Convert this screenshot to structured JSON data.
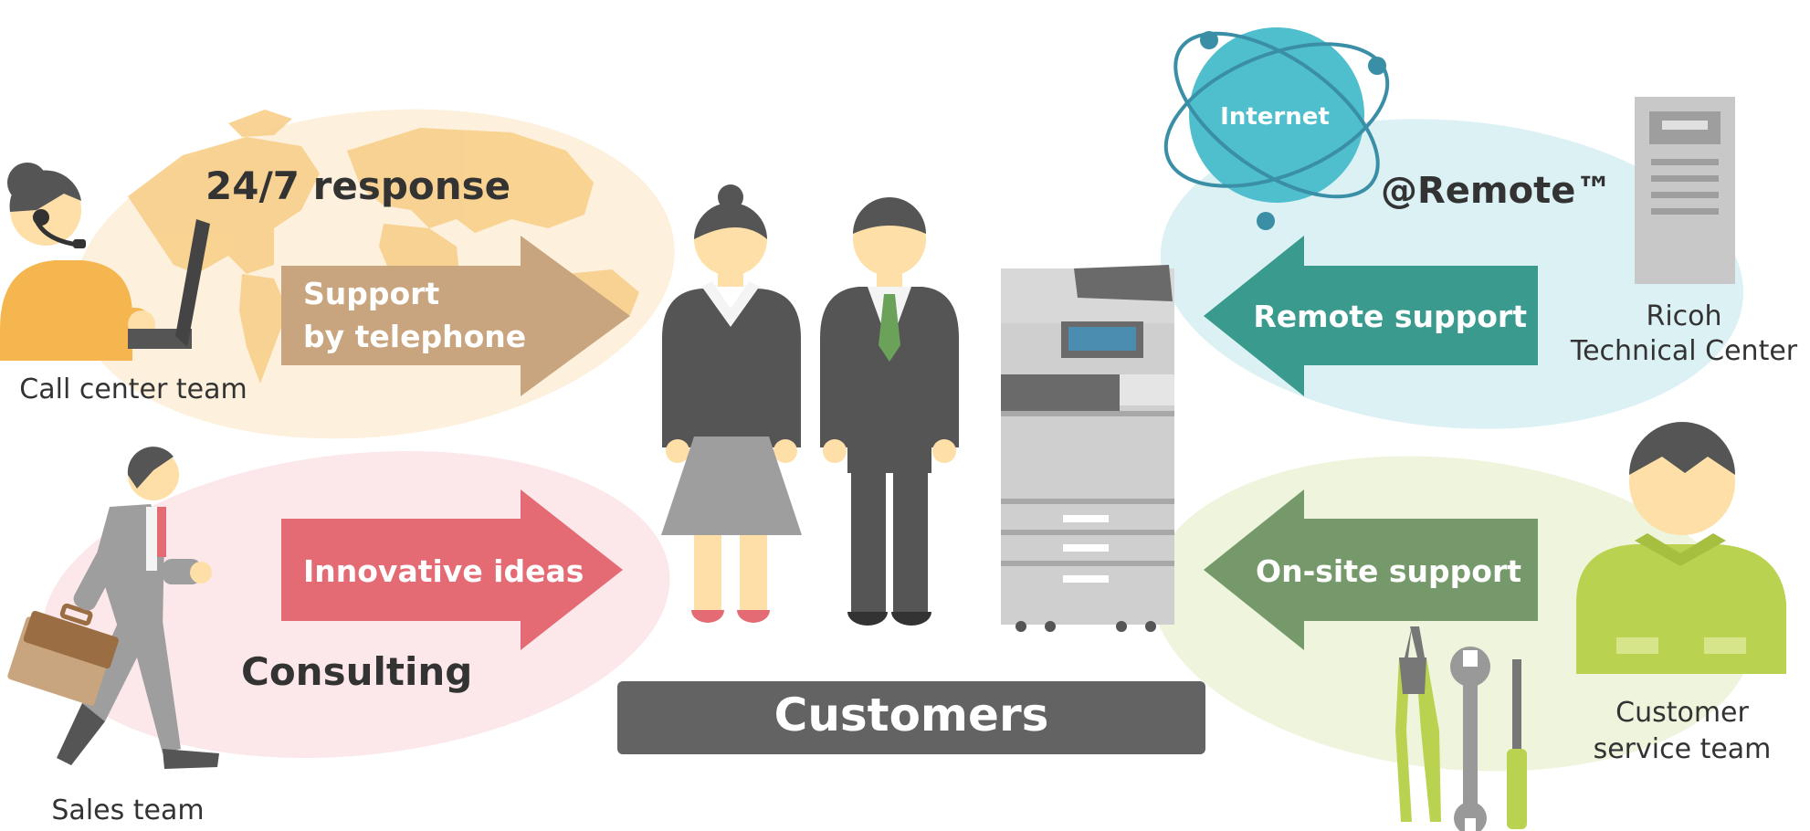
{
  "labels": {
    "response": "24/7 response",
    "telephone_line1": "Support",
    "telephone_line2": "by telephone",
    "call_center": "Call center team",
    "innovative": "Innovative ideas",
    "consulting": "Consulting",
    "sales": "Sales team",
    "customers": "Customers",
    "internet": "Internet",
    "remote_brand": "@Remote™",
    "remote_support": "Remote support",
    "ricoh_line1": "Ricoh",
    "ricoh_line2": "Technical Center",
    "onsite": "On-site support",
    "cs_line1": "Customer",
    "cs_line2": "service team"
  },
  "colors": {
    "telephone_blob": "#fdf0dc",
    "telephone_arrow": "#c8a57e",
    "consulting_blob": "#fce8ea",
    "consulting_arrow": "#e46a74",
    "remote_blob": "#dcf1f4",
    "remote_arrow": "#3a9a8e",
    "onsite_blob": "#eef5dc",
    "onsite_arrow": "#75996a",
    "customers_bar": "#636363",
    "internet_globe": "#4fbfcd",
    "cs_uniform": "#b9d351"
  },
  "icons": [
    "world-map-icon",
    "headset-operator-icon",
    "businesswoman-icon",
    "businessman-icon",
    "copier-icon",
    "globe-orbit-icon",
    "server-tower-icon",
    "technician-icon",
    "tools-icon",
    "salesman-icon"
  ]
}
